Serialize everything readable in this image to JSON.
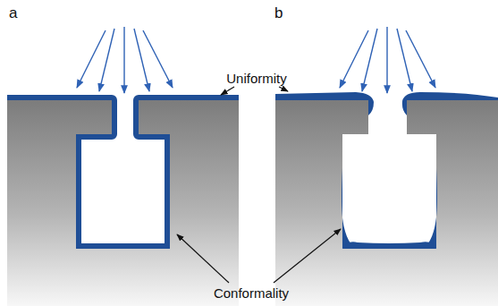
{
  "diagram": {
    "labels": [
      "a",
      "b",
      "Uniformity",
      "Conformality"
    ]
  }
}
